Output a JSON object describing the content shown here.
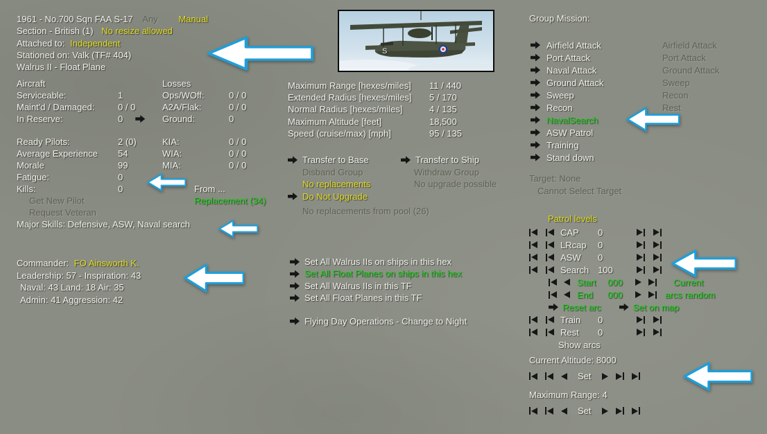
{
  "colors": {
    "background": "#8a8d83",
    "text_white": "#f1f1ec",
    "text_yellow": "#e0db1e",
    "text_green": "#1bd11b",
    "text_gray": "#5d6156",
    "annotation_arrow_fill": "#ffffff",
    "annotation_arrow_border": "#1f9ed9"
  },
  "header": {
    "title": "1961 - No.700 Sqn FAA S-17",
    "mode": "Any",
    "control": "Manual",
    "section": "Section - British (1)",
    "resize_note": "No resize allowed",
    "attached_label": "Attached to:",
    "attached_value": "Independent",
    "stationed": "Stationed on: Valk (TF# 404)",
    "model": "Walrus II - Float Plane"
  },
  "aircraft": {
    "header": "Aircraft",
    "rows": [
      {
        "label": "Serviceable:",
        "value": "1"
      },
      {
        "label": "Maint'd / Damaged:",
        "value": "0 / 0"
      },
      {
        "label": "In Reserve:",
        "value": "0"
      }
    ]
  },
  "losses": {
    "header": "Losses",
    "rows": [
      {
        "label": "Ops/WOff:",
        "value": "0 / 0"
      },
      {
        "label": "A2A/Flak:",
        "value": "0 / 0"
      },
      {
        "label": "Ground:",
        "value": "0"
      }
    ]
  },
  "pilots": {
    "rows": [
      {
        "label": "Ready Pilots:",
        "value": "2 (0)"
      },
      {
        "label": "Average Experience",
        "value": "54"
      },
      {
        "label": "Morale",
        "value": "99"
      },
      {
        "label": "Fatigue:",
        "value": "0"
      },
      {
        "label": "Kills:",
        "value": "0"
      }
    ],
    "casualties": [
      {
        "label": "KIA:",
        "value": "0 / 0"
      },
      {
        "label": "WIA:",
        "value": "0 / 0"
      },
      {
        "label": "MIA:",
        "value": "0 / 0"
      }
    ],
    "get_new_pilot": "Get New Pilot",
    "request_veteran": "Request Veteran",
    "from_label": "From ...",
    "replacement_source": "Replacement (34)",
    "major_skills": "Major Skills: Defensive, ASW, Naval search"
  },
  "commander": {
    "label": "Commander:",
    "name": "FO Ainsworth K.",
    "line1": "Leadership: 57 - Inspiration: 43",
    "line2": "Naval: 43  Land: 18  Air: 35",
    "line3": "Admin: 41  Aggression: 42"
  },
  "performance": {
    "rows": [
      {
        "label": "Maximum Range [hexes/miles]",
        "value": "11 / 440"
      },
      {
        "label": "Extended Radius [hexes/miles]",
        "value": "5 / 170"
      },
      {
        "label": "Normal Radius [hexes/miles]",
        "value": "4 / 135"
      },
      {
        "label": "Maximum Altitude [feet]",
        "value": "18,500"
      },
      {
        "label": "Speed (cruise/max) [mph]",
        "value": "95 / 135"
      }
    ]
  },
  "actions": {
    "transfer_base": "Transfer to Base",
    "transfer_ship": "Transfer to Ship",
    "disband": "Disband Group",
    "withdraw": "Withdraw Group",
    "no_replacements": "No replacements",
    "no_upgrade": "No upgrade possible",
    "do_not_upgrade": "Do Not Upgrade",
    "pool_note": "No replacements from pool (26)"
  },
  "set_all": [
    {
      "label": "Set All Walrus IIs on ships in this hex",
      "highlight": false
    },
    {
      "label": "Set All Float Planes on ships in this hex",
      "highlight": true
    },
    {
      "label": "Set All Walrus IIs in this TF",
      "highlight": false
    },
    {
      "label": "Set All Float Planes in this TF",
      "highlight": false
    },
    {
      "label": "Flying Day Operations - Change to Night",
      "highlight": false
    }
  ],
  "mission": {
    "header": "Group Mission:",
    "selected": "NavalSearch",
    "items": [
      "Airfield Attack",
      "Port Attack",
      "Naval Attack",
      "Ground Attack",
      "Sweep",
      "Recon",
      "NavalSearch",
      "ASW Patrol",
      "Training",
      "Stand down"
    ],
    "available": [
      "Airfield Attack",
      "Port Attack",
      "Ground Attack",
      "Sweep",
      "Recon",
      "Rest"
    ],
    "target": "Target: None",
    "target_note": "Cannot Select Target"
  },
  "patrol": {
    "header": "Patrol levels",
    "rows": [
      {
        "label": "CAP",
        "value": "0"
      },
      {
        "label": "LRcap",
        "value": "0"
      },
      {
        "label": "ASW",
        "value": "0"
      },
      {
        "label": "Search",
        "value": "100"
      }
    ],
    "start": {
      "label": "Start",
      "value": "000",
      "trail": "Current"
    },
    "end": {
      "label": "End",
      "value": "000",
      "trail": "arcs random"
    },
    "reset_arc": "Reset arc",
    "set_on_map": "Set on map",
    "train": {
      "label": "Train",
      "value": "0"
    },
    "rest": {
      "label": "Rest",
      "value": "0"
    },
    "show_arcs": "Show arcs"
  },
  "altitude": {
    "label": "Current Altitude: 8000",
    "set": "Set"
  },
  "range": {
    "label": "Maximum Range: 4",
    "set": "Set"
  }
}
